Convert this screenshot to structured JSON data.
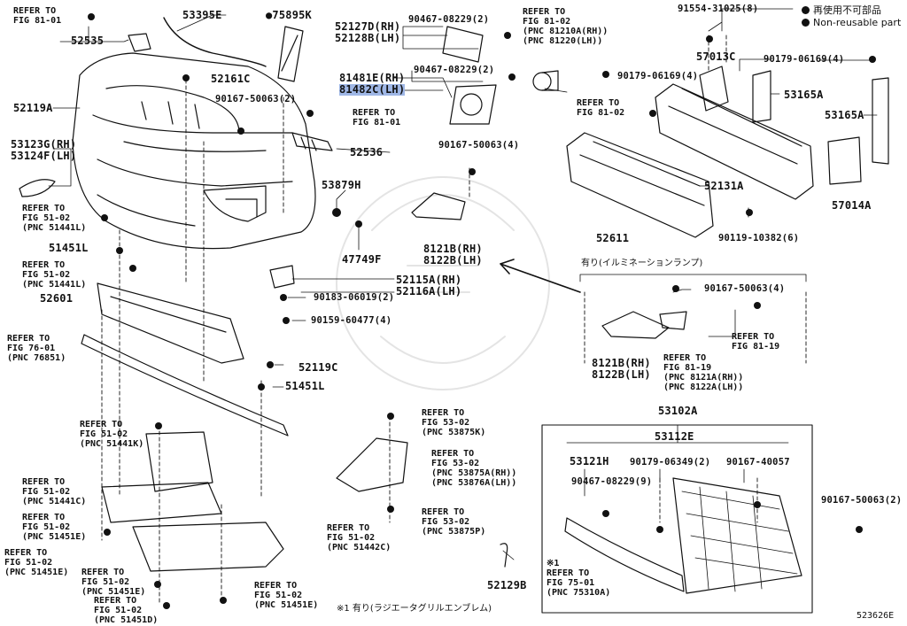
{
  "legend": {
    "non_reusable_ja": "再使用不可部品",
    "non_reusable_en": "Non-reusable part"
  },
  "diagram_id": "523626E",
  "footnote": "※1 有り(ラジエータグリルエンブレム)",
  "illum_header": "有り(イルミネーションランプ)",
  "part_numbers": {
    "p53395E": "53395E",
    "p75895K": "●75895K",
    "p52127D": "52127D(RH)",
    "p52128B": "52128B(LH)",
    "p90467_08229_2a": "90467-08229(2)",
    "p91554_31025": "91554-31025(8)",
    "p52535": "52535",
    "p52161C": "52161C",
    "p52119A": "52119A",
    "p90167_50063_2": "90167-50063(2)",
    "p81481E": "81481E(RH)",
    "p81482C": "81482C(LH)",
    "p90467_08229_2b": "90467-08229(2)",
    "p57013C": "57013C",
    "p90179_06169_4a": "90179-06169(4)",
    "p90179_06169_4b": "90179-06169(4)",
    "p53165A_1": "53165A",
    "p53165A_2": "53165A",
    "p53123G": "53123G(RH)",
    "p53124F": "53124F(LH)",
    "p52536": "52536",
    "p90167_50063_4a": "90167-50063(4)",
    "p52131A": "52131A",
    "p57014A": "57014A",
    "p53879H": "53879H",
    "p47749F": "47749F",
    "p8121B_a": "8121B(RH)",
    "p8122B_a": "8122B(LH)",
    "p52611": "52611",
    "p90119_10382": "90119-10382(6)",
    "p51451L_a": "51451L",
    "p52115A": "52115A(RH)",
    "p52116A": "52116A(LH)",
    "p90183_06019": "90183-06019(2)",
    "p52601": "52601",
    "p90159_60477": "90159-60477(4)",
    "p90167_50063_4b": "90167-50063(4)",
    "p8121B_b": "8121B(RH)",
    "p8122B_b": "8122B(LH)",
    "p52119C": "52119C",
    "p51451L_b": "51451L",
    "p53102A": "53102A",
    "p53112E": "53112E",
    "p53121H": "53121H",
    "p90179_06349": "90179-06349(2)",
    "p90167_40057": "90167-40057",
    "p90467_08229_9": "90467-08229(9)",
    "p90167_50063_2b": "90167-50063(2)",
    "p52129B": "52129B"
  },
  "refer_notes": {
    "r1": "REFER TO\nFIG 81-01",
    "r2": "REFER TO\nFIG 81-02\n(PNC 81210A(RH))\n(PNC 81220(LH))",
    "r3": "REFER TO\nFIG 81-01",
    "r4": "REFER TO\nFIG 81-02",
    "r5": "REFER TO\nFIG 51-02\n(PNC 51441L)",
    "r6": "REFER TO\nFIG 51-02\n(PNC 51441L)",
    "r7": "REFER TO\nFIG 76-01\n(PNC 76851)",
    "r8": "REFER TO\nFIG 81-19",
    "r9": "REFER TO\nFIG 81-19\n(PNC 8121A(RH))\n(PNC 8122A(LH))",
    "r10": "REFER TO\nFIG 51-02\n(PNC 51441K)",
    "r11": "REFER TO\nFIG 53-02\n(PNC 53875K)",
    "r12": "REFER TO\nFIG 51-02\n(PNC 51441C)",
    "r13": "REFER TO\nFIG 53-02\n(PNC 53875A(RH))\n(PNC 53876A(LH))",
    "r14": "REFER TO\nFIG 51-02\n(PNC 51451E)",
    "r15": "REFER TO\nFIG 53-02\n(PNC 53875P)",
    "r16": "REFER TO\nFIG 51-02\n(PNC 51442C)",
    "r17": "REFER TO\nFIG 51-02\n(PNC 51451E)",
    "r18": "REFER TO\nFIG 51-02\n(PNC 51451E)",
    "r19": "REFER TO\nFIG 51-02\n(PNC 51451E)",
    "r20": "REFER TO\nFIG 51-02\n(PNC 51451D)",
    "r21": "※1\nREFER TO\nFIG 75-01\n(PNC 75310A)"
  }
}
